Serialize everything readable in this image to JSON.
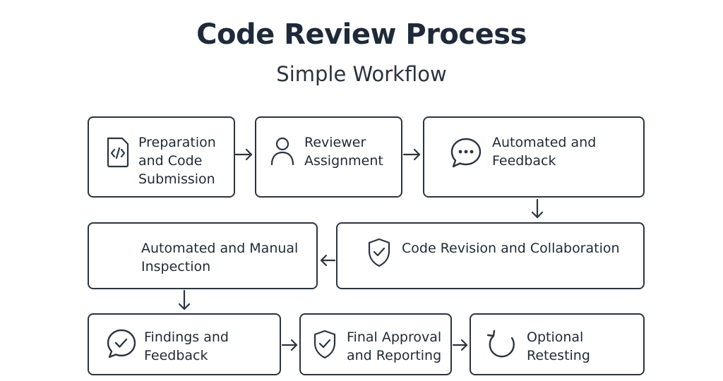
{
  "title": "Code Review Process",
  "subtitle": "Simple Workflow",
  "steps": [
    {
      "lines": [
        "Preparation",
        "and Code",
        "Submission"
      ],
      "icon": "code-file-icon"
    },
    {
      "lines": [
        "Reviewer",
        "Assignment"
      ],
      "icon": "user-icon"
    },
    {
      "lines": [
        "Automated and",
        "Feedback"
      ],
      "icon": "chat-bubble-icon"
    },
    {
      "lines": [
        "Code Revision and Collaboration"
      ],
      "icon": "shield-check-icon"
    },
    {
      "lines": [
        "Automated and Manual",
        "Inspection"
      ],
      "icon": ""
    },
    {
      "lines": [
        "Findings and",
        "Feedback"
      ],
      "icon": "chat-check-icon"
    },
    {
      "lines": [
        "Final Approval",
        "and Reporting"
      ],
      "icon": "shield-check-icon"
    },
    {
      "lines": [
        "Optional",
        "Retesting"
      ],
      "icon": "refresh-icon"
    }
  ]
}
